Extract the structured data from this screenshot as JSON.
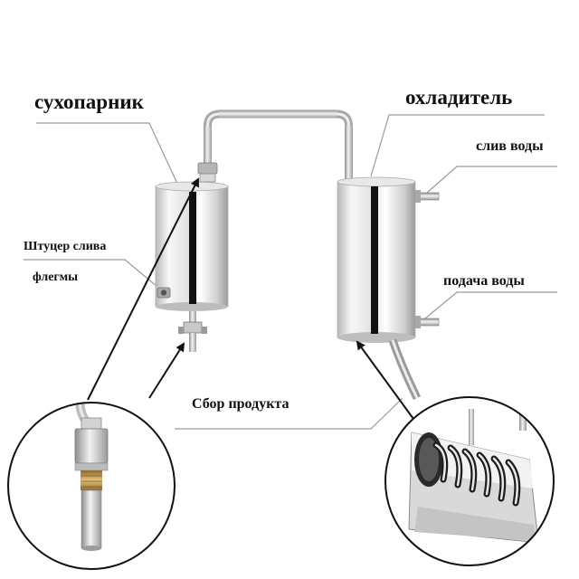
{
  "labels": {
    "dry_steamer": "сухопарник",
    "cooler": "охладитель",
    "water_out": "слив воды",
    "water_in": "подача воды",
    "drain_fitting_line1": "Штуцер слива",
    "drain_fitting_line2": "флегмы",
    "product_collect": "Сбор продукта"
  },
  "colors": {
    "steel_light": "#f4f4f4",
    "steel_mid": "#c9c9c9",
    "steel_dark": "#8d8d8d",
    "stripe": "#111111",
    "leader": "#9a9a9a",
    "arrow": "#111111",
    "brass": "#c9a060"
  },
  "icons": {
    "zoom_left": "fitting-closeup-icon",
    "zoom_right": "coil-closeup-icon"
  }
}
